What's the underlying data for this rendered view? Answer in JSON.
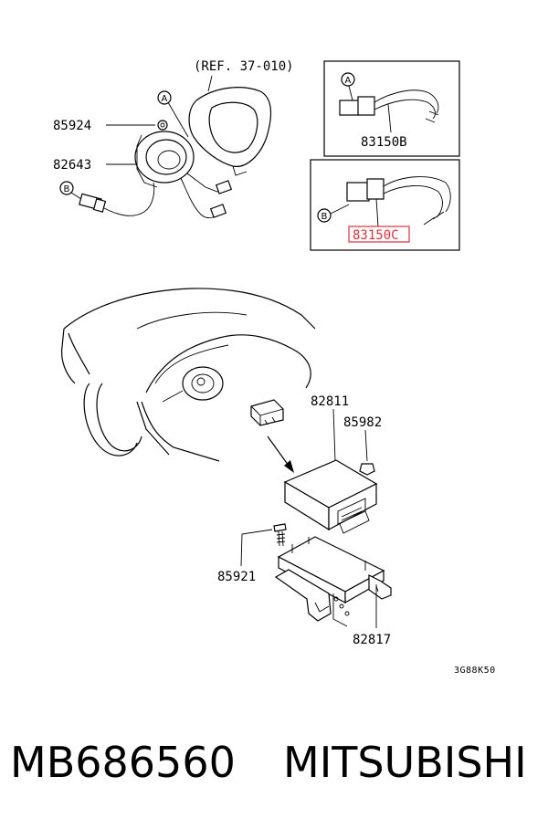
{
  "labels": {
    "ref": "(REF. 37-010)",
    "p85924": "85924",
    "p82643": "82643",
    "p83150b": "83150B",
    "p83150c": "83150C",
    "p82811": "82811",
    "p85982": "85982",
    "p85921": "85921",
    "p82817": "82817",
    "code": "3G88K50"
  },
  "callouts": {
    "a": "A",
    "b": "B"
  },
  "footer": {
    "part_number": "MB686560",
    "brand": "MITSUBISHI"
  },
  "colors": {
    "line": "#000000",
    "highlight": "#e0303a"
  }
}
